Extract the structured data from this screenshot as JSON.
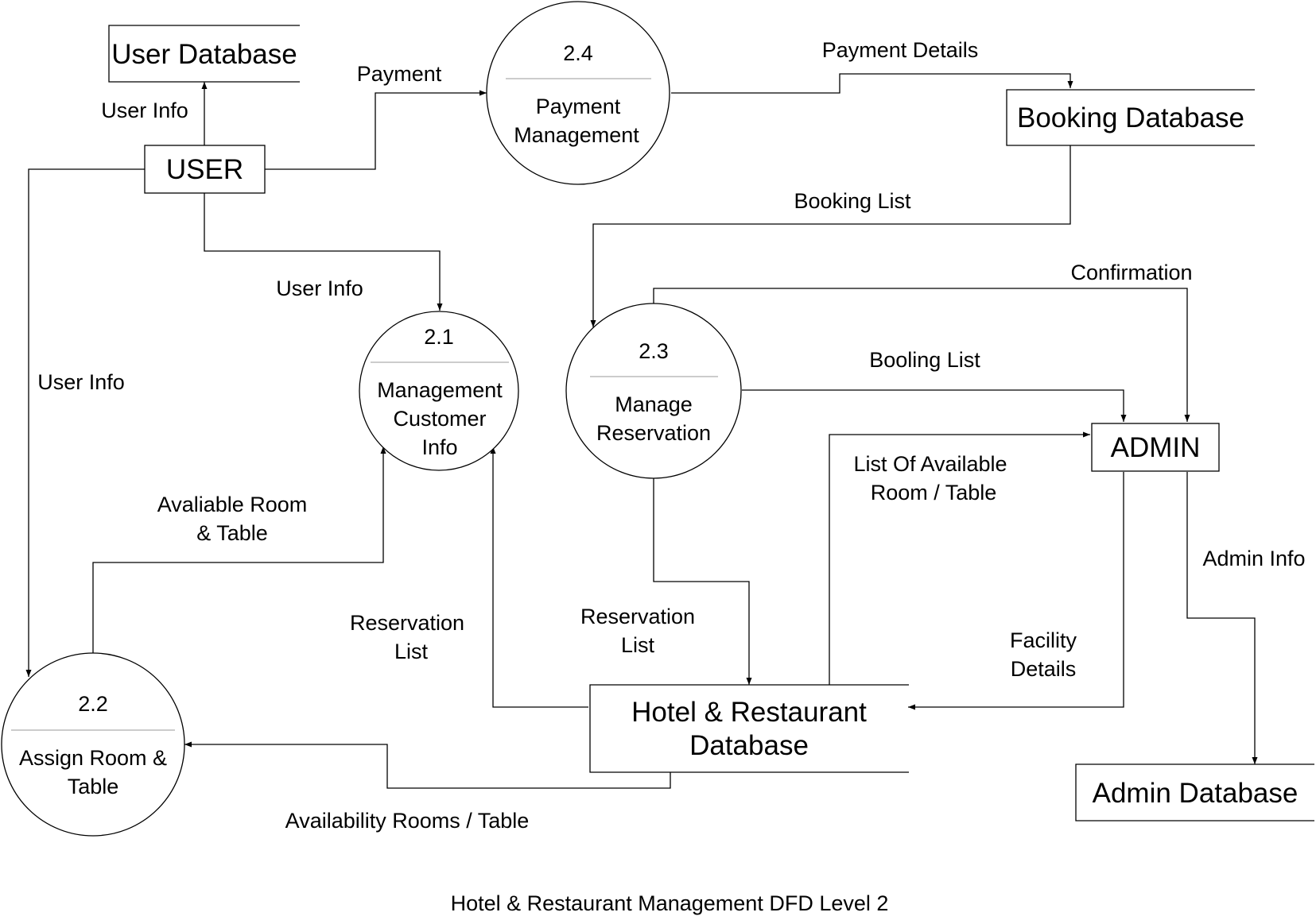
{
  "caption": "Hotel & Restaurant Management DFD Level 2",
  "entities": {
    "user": "USER",
    "admin": "ADMIN"
  },
  "stores": {
    "user_db": "User Database",
    "booking_db": "Booking Database",
    "hotel_db_line1": "Hotel & Restaurant",
    "hotel_db_line2": "Database",
    "admin_db": "Admin Database"
  },
  "processes": {
    "p21": {
      "number": "2.1",
      "line1": "Management",
      "line2": "Customer",
      "line3": "Info"
    },
    "p22": {
      "number": "2.2",
      "line1": "Assign Room &",
      "line2": "Table"
    },
    "p23": {
      "number": "2.3",
      "line1": "Manage",
      "line2": "Reservation"
    },
    "p24": {
      "number": "2.4",
      "line1": "Payment",
      "line2": "Management"
    }
  },
  "flows": {
    "user_info_top": "User Info",
    "payment": "Payment",
    "payment_details": "Payment Details",
    "booking_list": "Booking List",
    "confirmation": "Confirmation",
    "user_info_mid": "User Info",
    "user_info_left": "User Info",
    "booling_list": "Booling List",
    "list_available_1": "List Of Available",
    "list_available_2": "Room / Table",
    "available_room_1": "Avaliable Room",
    "available_room_2": "& Table",
    "admin_info": "Admin Info",
    "reservation_list_left_1": "Reservation",
    "reservation_list_left_2": "List",
    "reservation_list_mid_1": "Reservation",
    "reservation_list_mid_2": "List",
    "facility_details_1": "Facility",
    "facility_details_2": "Details",
    "availability_rooms": "Availability Rooms / Table"
  }
}
